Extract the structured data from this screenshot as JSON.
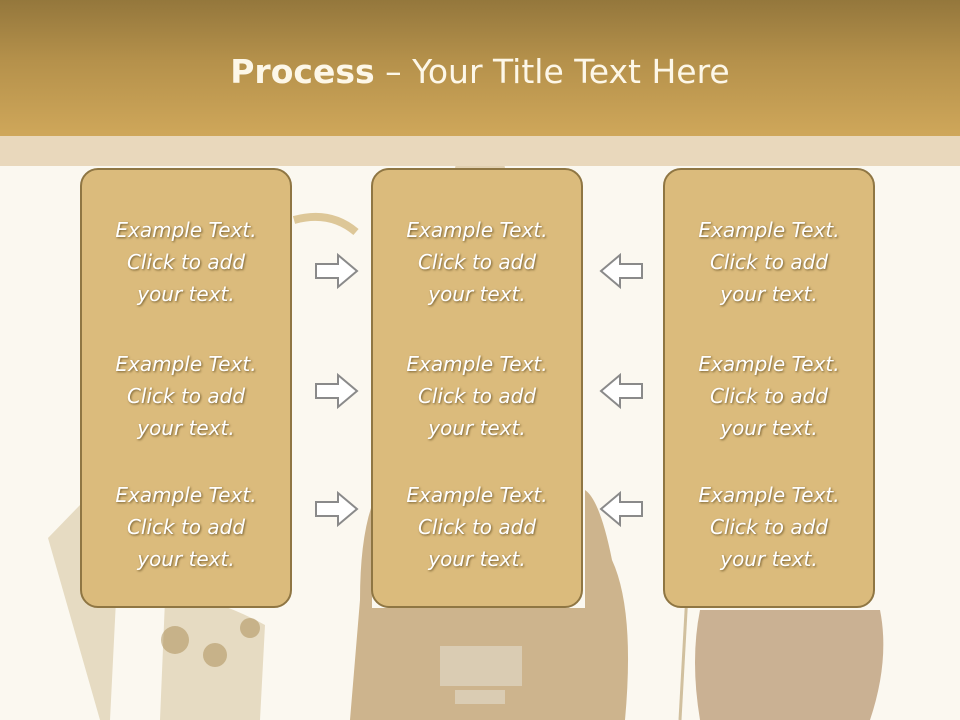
{
  "title": {
    "bold": "Process",
    "rest": " – Your Title Text Here"
  },
  "columns": [
    {
      "items": [
        [
          "Example Text.",
          "Click  to add",
          "your text."
        ],
        [
          "Example Text.",
          "Click  to add",
          "your text."
        ],
        [
          "Example Text.",
          "Click  to add",
          "your text."
        ]
      ]
    },
    {
      "items": [
        [
          "Example Text.",
          "Click  to add",
          "your text."
        ],
        [
          "Example Text.",
          "Click  to add",
          "your text."
        ],
        [
          "Example Text.",
          "Click  to add",
          "your text."
        ]
      ]
    },
    {
      "items": [
        [
          "Example Text.",
          "Click  to add",
          "your text."
        ],
        [
          "Example Text.",
          "Click  to add",
          "your text."
        ],
        [
          "Example Text.",
          "Click  to add",
          "your text."
        ]
      ]
    }
  ],
  "arrows": {
    "left_group": "right-arrow-icon",
    "right_group": "left-arrow-icon"
  },
  "colors": {
    "header": "#b5914b",
    "box": "#dbbb7c",
    "box_border": "#8f7643",
    "band": "#e9d8bc"
  }
}
